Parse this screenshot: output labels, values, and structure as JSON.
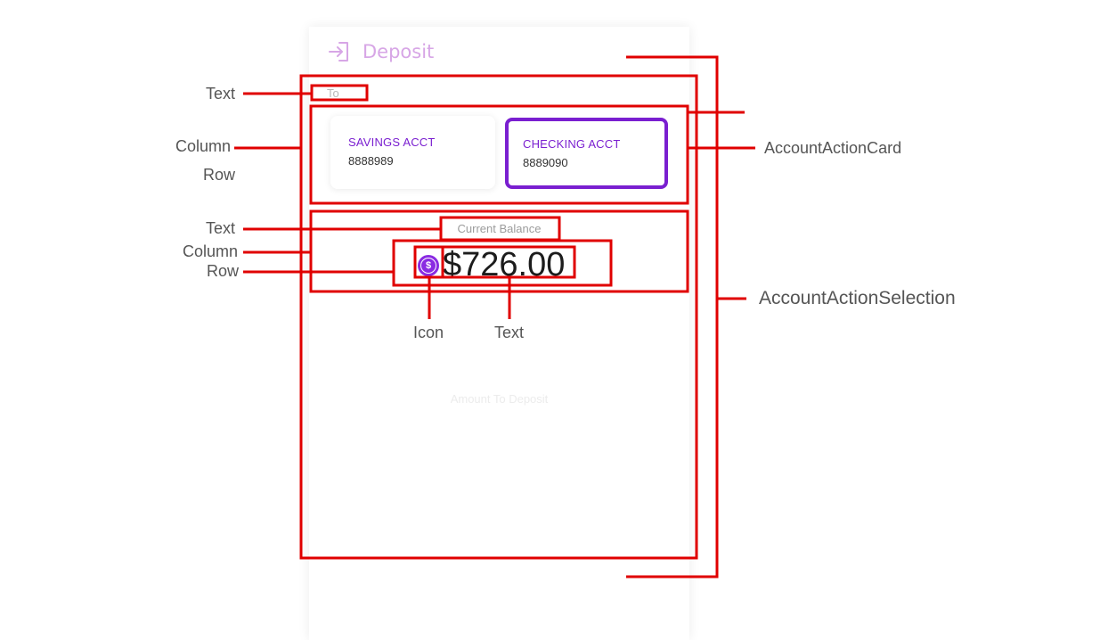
{
  "screen": {
    "title": "Deposit",
    "to_label": "To",
    "accounts": [
      {
        "name": "SAVINGS ACCT",
        "number": "8888989",
        "selected": false
      },
      {
        "name": "CHECKING ACCT",
        "number": "8889090",
        "selected": true
      }
    ],
    "balance_label": "Current Balance",
    "balance_amount": "$726.00",
    "amount_label": "Amount To Deposit"
  },
  "annotations": {
    "left": [
      "Text",
      "Column",
      "Row",
      "Text",
      "Column",
      "Row"
    ],
    "bottom": [
      "Icon",
      "Text"
    ],
    "right": [
      "AccountActionCard",
      "AccountActionSelection"
    ]
  },
  "colors": {
    "accent": "#7a1fd0",
    "annotation": "#e00000",
    "header": "#d7a6e6"
  }
}
